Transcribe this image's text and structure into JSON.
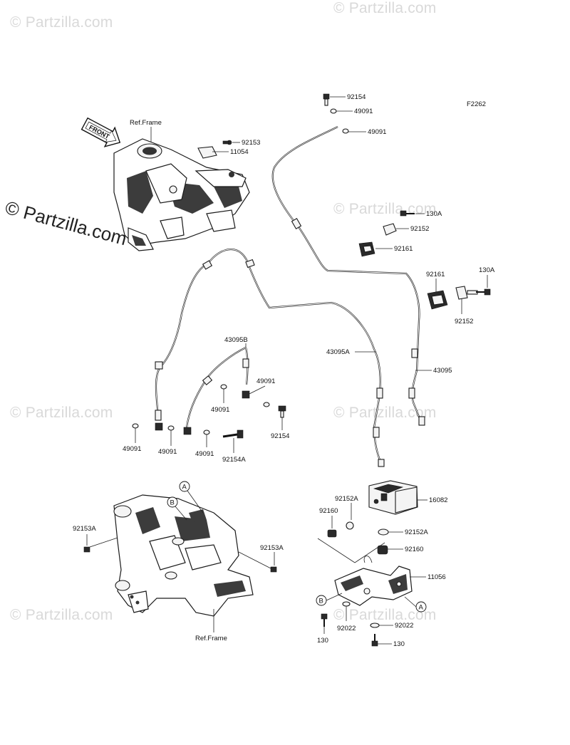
{
  "figure_code": "F2262",
  "watermarks": {
    "main": "© Partzilla.com",
    "faint": "© Partzilla.com"
  },
  "front_arrow": "FRONT",
  "ref_frame_labels": [
    "Ref.Frame",
    "Ref.Frame"
  ],
  "callouts": {
    "p92154_top": "92154",
    "p49091_a": "49091",
    "p49091_b": "49091",
    "p92153": "92153",
    "p11054": "11054",
    "p130A_a": "130A",
    "p92152_a": "92152",
    "p92161_a": "92161",
    "p92161_b": "92161",
    "p130A_b": "130A",
    "p92152_b": "92152",
    "p43095B": "43095B",
    "p43095A": "43095A",
    "p43095": "43095",
    "p49091_c": "49091",
    "p49091_d": "49091",
    "p92154_mid": "92154",
    "p49091_e": "49091",
    "p49091_f": "49091",
    "p49091_g": "49091",
    "p92154A": "92154A",
    "p16082": "16082",
    "p92152A_a": "92152A",
    "p92160_a": "92160",
    "p92152A_b": "92152A",
    "p92160_b": "92160",
    "p11056": "11056",
    "p92153A_a": "92153A",
    "p92153A_b": "92153A",
    "p92022_a": "92022",
    "p92022_b": "92022",
    "p130_a": "130",
    "p130_b": "130"
  },
  "circle_markers": {
    "A_top": "A",
    "B_top": "B",
    "A_bottom": "A",
    "B_bottom": "B"
  }
}
